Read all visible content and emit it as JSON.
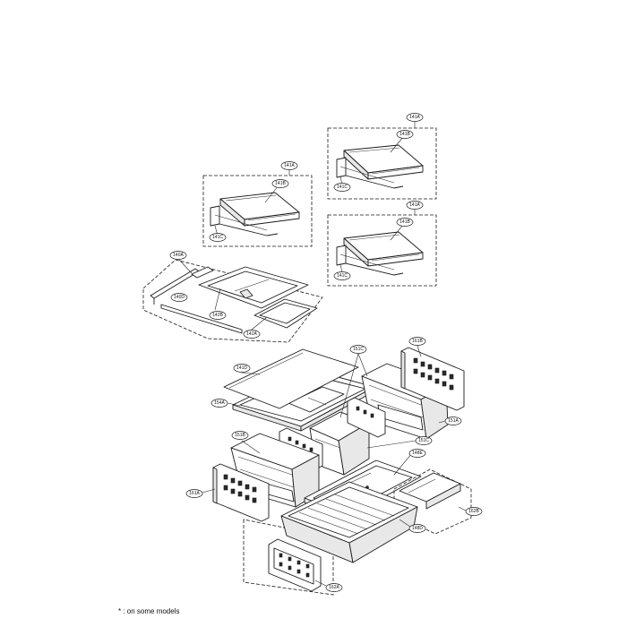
{
  "footnote": "* : on some models",
  "callouts": {
    "c141A_top": "141A",
    "c141B_top": "141B",
    "c141C_top": "141C",
    "c141A_left": "141A",
    "c141B_left": "141B",
    "c141C_left": "141C",
    "c141A_mid": "141A",
    "c141B_mid": "141B",
    "c141C_mid": "141C",
    "c140A": "140A",
    "c140D": "140D",
    "c142B": "142B",
    "c142A": "142A",
    "c141D": "141D",
    "c154A": "154A",
    "c151C_top": "151C",
    "c161B": "161B",
    "c151A": "151A",
    "c151C_right": "151C",
    "c151B": "151B",
    "c148E": "148E",
    "c161A": "161A",
    "c162B": "162B",
    "c148D": "148D",
    "c162A": "162A"
  }
}
